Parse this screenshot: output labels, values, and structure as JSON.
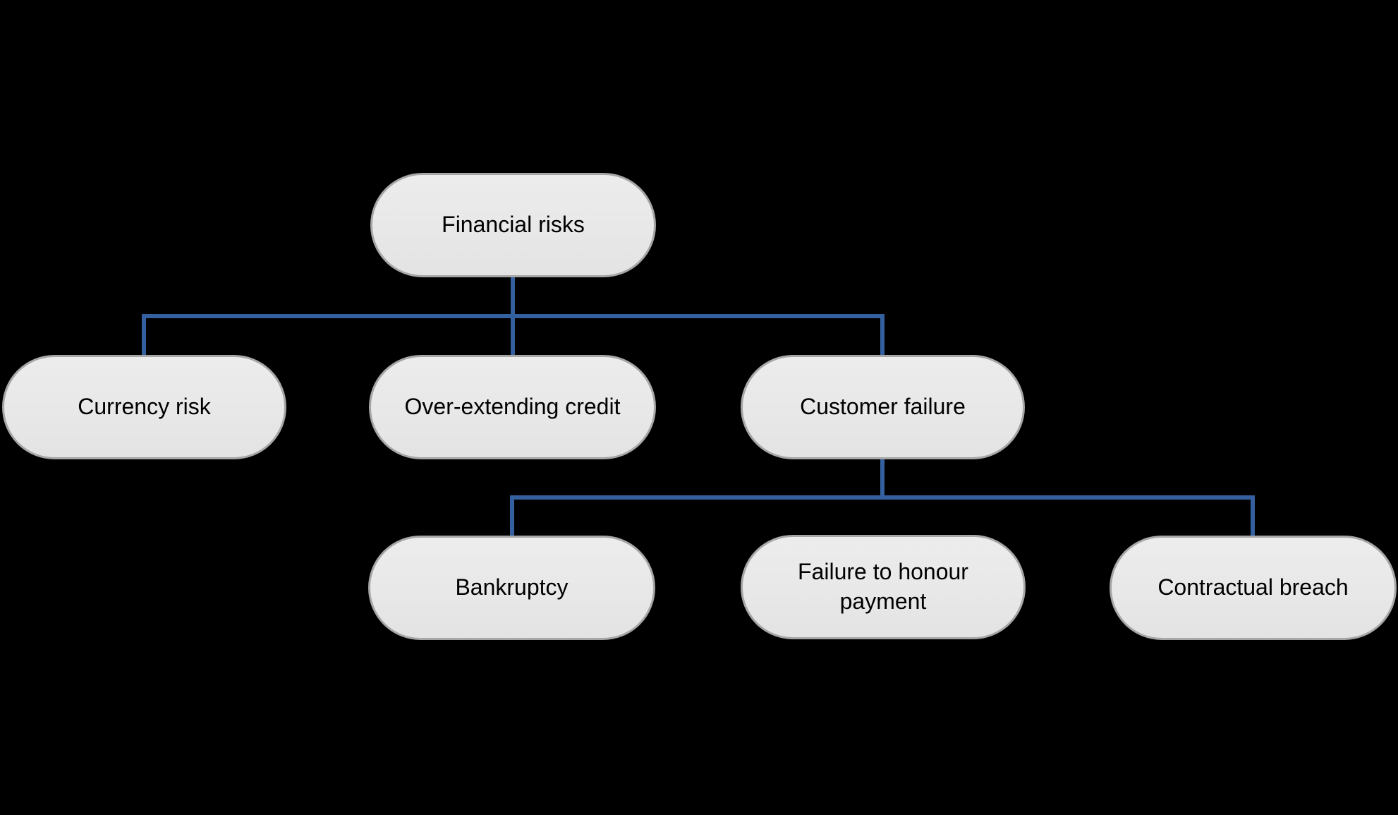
{
  "diagram": {
    "type": "hierarchy",
    "background": "#000000",
    "colors": {
      "node_fill": "#E8E8E8",
      "node_border": "#A6A6A6",
      "connector": "#35609F",
      "text": "#000000"
    },
    "nodes": [
      {
        "id": "financial-risks",
        "label": "Financial risks",
        "level": 0,
        "parent": null
      },
      {
        "id": "currency-risk",
        "label": "Currency risk",
        "level": 1,
        "parent": "financial-risks"
      },
      {
        "id": "over-extending-credit",
        "label": "Over-extending credit",
        "level": 1,
        "parent": "financial-risks"
      },
      {
        "id": "customer-failure",
        "label": "Customer failure",
        "level": 1,
        "parent": "financial-risks"
      },
      {
        "id": "bankruptcy",
        "label": "Bankruptcy",
        "level": 2,
        "parent": "customer-failure"
      },
      {
        "id": "failure-to-honour-payment",
        "label": "Failure to honour payment",
        "level": 2,
        "parent": "customer-failure"
      },
      {
        "id": "contractual-breach",
        "label": "Contractual breach",
        "level": 2,
        "parent": "customer-failure"
      }
    ],
    "edges": [
      {
        "from": "financial-risks",
        "to": "currency-risk"
      },
      {
        "from": "financial-risks",
        "to": "over-extending-credit"
      },
      {
        "from": "financial-risks",
        "to": "customer-failure"
      },
      {
        "from": "customer-failure",
        "to": "bankruptcy"
      },
      {
        "from": "customer-failure",
        "to": "failure-to-honour-payment"
      },
      {
        "from": "customer-failure",
        "to": "contractual-breach"
      }
    ]
  }
}
